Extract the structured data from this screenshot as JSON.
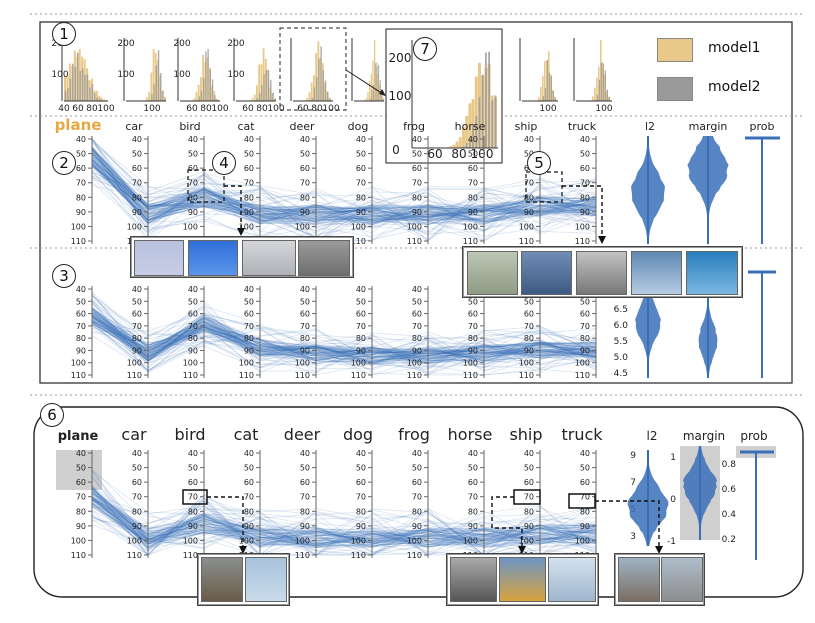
{
  "classes": [
    "plane",
    "car",
    "bird",
    "cat",
    "deer",
    "dog",
    "frog",
    "horse",
    "ship",
    "truck"
  ],
  "extra_axes": [
    "l2",
    "margin",
    "prob"
  ],
  "class_ticks": [
    "40",
    "50",
    "60",
    "70",
    "80",
    "90",
    "100",
    "110"
  ],
  "prob_ticks": [
    "0.8",
    "0.6",
    "0.4",
    "0.2"
  ],
  "row1_highlight": "plane",
  "callouts": [
    "1",
    "2",
    "3",
    "4",
    "5",
    "6",
    "7"
  ],
  "legend": [
    {
      "label": "model1",
      "color": "#e9c98a"
    },
    {
      "label": "model2",
      "color": "#9a9a9a"
    }
  ],
  "hist_ticks": {
    "first": [
      "40",
      "60",
      "80",
      "100"
    ],
    "second": [
      "100"
    ],
    "third": [
      "60",
      "80",
      "100"
    ],
    "left_y": [
      "200",
      "100"
    ]
  },
  "zoom_hist": {
    "y": [
      "200",
      "100",
      "0"
    ],
    "x": [
      "60",
      "80",
      "100"
    ]
  },
  "row3_l2_ticks": [
    "6.5",
    "6.0",
    "5.5",
    "5.0",
    "4.5"
  ],
  "row6_l2_ticks": [
    "9",
    "7",
    "5",
    "3"
  ],
  "row6_margin_ticks": [
    "1",
    "0",
    "-1"
  ],
  "colors": {
    "line": "#3a6fb8",
    "accent": "#e7a843",
    "border": "#222"
  }
}
